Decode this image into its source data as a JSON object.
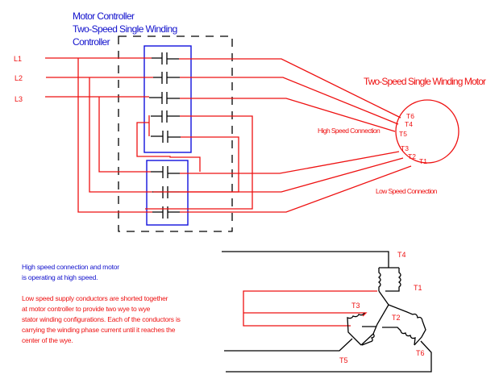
{
  "controller_title": [
    "Motor Controller",
    "Two-Speed Single Winding",
    "Controller"
  ],
  "motor_title": "Two-Speed Single Winding Motor",
  "line_labels": [
    "L1",
    "L2",
    "L3"
  ],
  "high_speed_label": "High Speed Connection",
  "low_speed_label": "Low Speed Connection",
  "motor_terminals": [
    "T6",
    "T4",
    "T5",
    "T3",
    "T2",
    "T1"
  ],
  "wye_terminals": {
    "t4": "T4",
    "t1": "T1",
    "t3": "T3",
    "t2": "T2",
    "t5": "T5",
    "t6": "T6"
  },
  "notes": {
    "blue": [
      "High speed connection and motor",
      "is operating at high speed."
    ],
    "red": [
      "Low speed supply conductors  are shorted together",
      "at motor controller to provide two wye to wye",
      "stator winding configurations.  Each of the conductors is",
      "carrying the winding phase current until it reaches the",
      "center of the wye."
    ]
  },
  "colors": {
    "wire_red": "#ee1111",
    "box_blue": "#1111dd",
    "text_blue": "#1111cc",
    "black": "#000000"
  }
}
